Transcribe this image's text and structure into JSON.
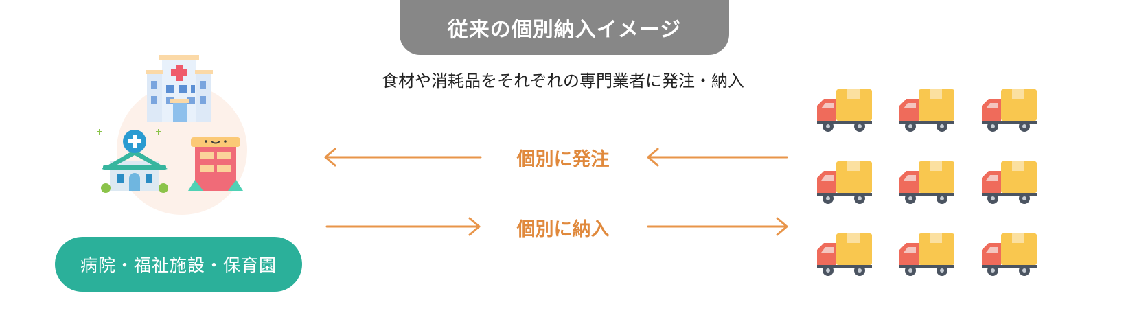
{
  "header": {
    "title": "従来の個別納入イメージ"
  },
  "subtitle": "食材や消耗品をそれぞれの専門業者に発注・納入",
  "facilities": {
    "label": "病院・福祉施設・保育園",
    "icons": [
      "hospital-icon",
      "clinic-icon",
      "nursery-school-icon"
    ]
  },
  "flows": {
    "order_label": "個別に発注",
    "delivery_label": "個別に納入"
  },
  "vendors": {
    "truck_icon": "delivery-truck-icon",
    "count": 9
  },
  "colors": {
    "title_bg": "#878787",
    "badge_bg": "#2bb09a",
    "arrow": "#e8954a",
    "flow_text": "#e0893c",
    "truck_body": "#f9c74f",
    "truck_cab": "#ef6b5b"
  }
}
